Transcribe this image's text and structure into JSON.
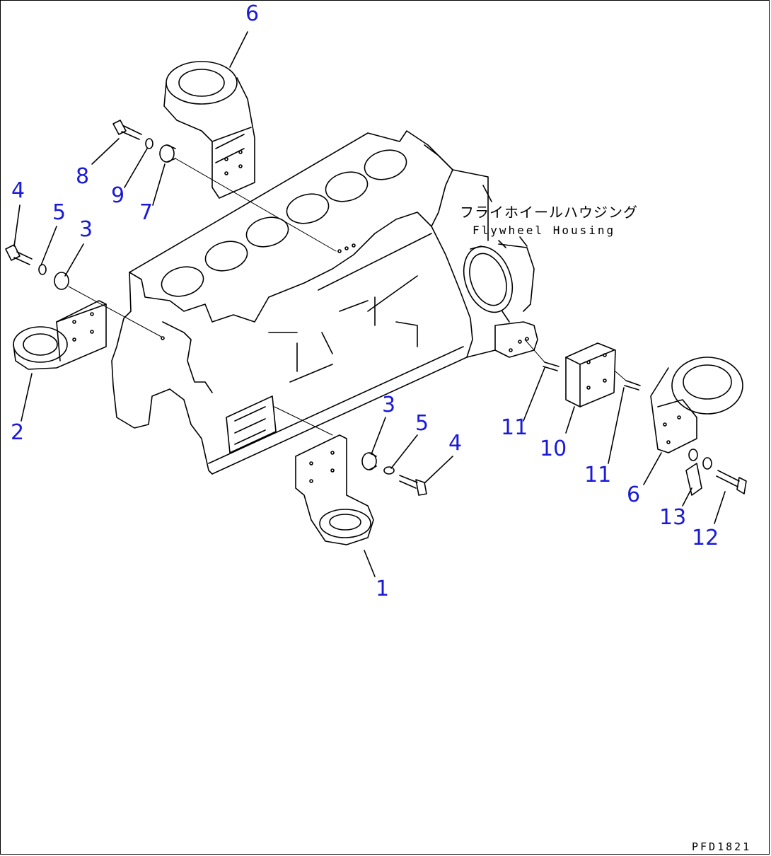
{
  "drawing": {
    "label_japanese": "フライホイールハウジング",
    "label_english": "Flywheel Housing",
    "reference_code": "PFD1821"
  },
  "callouts": [
    {
      "id": "c6-top",
      "text": "6"
    },
    {
      "id": "c8",
      "text": "8"
    },
    {
      "id": "c9",
      "text": "9"
    },
    {
      "id": "c7",
      "text": "7"
    },
    {
      "id": "c4-left",
      "text": "4"
    },
    {
      "id": "c5-left",
      "text": "5"
    },
    {
      "id": "c3-left",
      "text": "3"
    },
    {
      "id": "c2",
      "text": "2"
    },
    {
      "id": "c3-mid",
      "text": "3"
    },
    {
      "id": "c5-mid",
      "text": "5"
    },
    {
      "id": "c4-mid",
      "text": "4"
    },
    {
      "id": "c1",
      "text": "1"
    },
    {
      "id": "c11-a",
      "text": "11"
    },
    {
      "id": "c10",
      "text": "10"
    },
    {
      "id": "c11-b",
      "text": "11"
    },
    {
      "id": "c6-right",
      "text": "6"
    },
    {
      "id": "c13",
      "text": "13"
    },
    {
      "id": "c12",
      "text": "12"
    }
  ]
}
